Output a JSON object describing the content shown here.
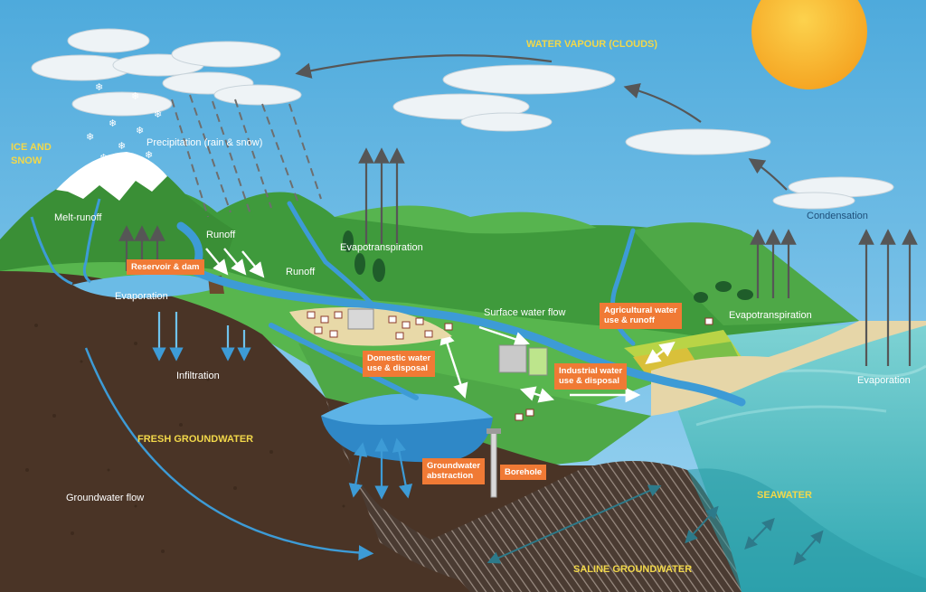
{
  "labels": {
    "water_vapour": "WATER VAPOUR (CLOUDS)",
    "ice_and_snow_1": "ICE AND",
    "ice_and_snow_2": "SNOW",
    "precipitation": "Precipitation (rain & snow)",
    "melt_runoff": "Melt-runoff",
    "runoff_1": "Runoff",
    "runoff_2": "Runoff",
    "evapotranspiration_1": "Evapotranspiration",
    "evapotranspiration_2": "Evapotranspiration",
    "condensation": "Condensation",
    "evaporation_1": "Evaporation",
    "evaporation_2": "Evaporation",
    "surface_water_flow": "Surface water flow",
    "infiltration": "Infiltration",
    "fresh_groundwater": "FRESH GROUNDWATER",
    "groundwater_flow": "Groundwater flow",
    "seawater": "SEAWATER",
    "saline_groundwater": "SALINE GROUNDWATER"
  },
  "boxes": {
    "reservoir": "Reservoir & dam",
    "domestic_1": "Domestic water",
    "domestic_2": "use & disposal",
    "agricultural_1": "Agricultural water",
    "agricultural_2": "use & runoff",
    "industrial_1": "Industrial water",
    "industrial_2": "use & disposal",
    "groundwater_abs_1": "Groundwater",
    "groundwater_abs_2": "abstraction",
    "borehole": "Borehole"
  },
  "colors": {
    "sky": "#5cb3e0",
    "sun": "#f6b128",
    "land_green": "#3f9a3c",
    "soil": "#4a3426",
    "sea": "#5cc3c6",
    "river": "#3d9bd6",
    "label_box": "#f07a35",
    "heading_yellow": "#f2d84a"
  }
}
